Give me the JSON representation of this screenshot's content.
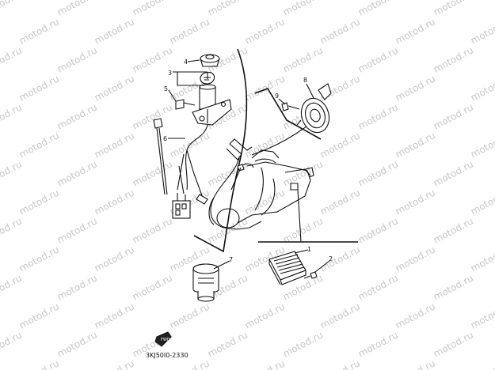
{
  "watermark": "motod.ru",
  "diagram_code": "3KJ50I0-2330",
  "fwd_label": "FWD",
  "callouts": [
    "1",
    "2",
    "3",
    "4",
    "5",
    "6",
    "7",
    "8",
    "9"
  ]
}
